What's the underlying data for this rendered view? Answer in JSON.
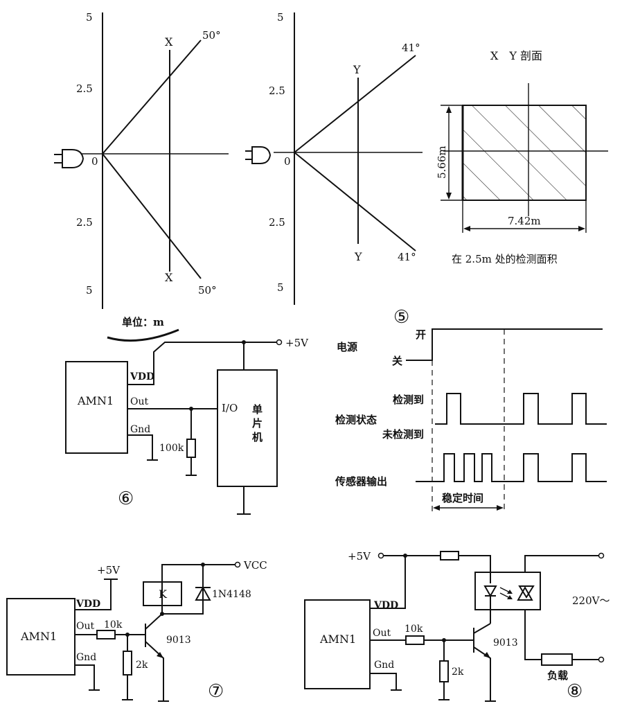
{
  "detection": {
    "left": {
      "tick_top": "5",
      "tick_upper_mid": "2.5",
      "tick_zero": "0",
      "tick_lower_mid": "2.5",
      "tick_bottom": "5",
      "line_label_top": "X",
      "line_label_bottom": "X",
      "angle_top": "50°",
      "angle_bottom": "50°",
      "unit_label": "单位：m"
    },
    "right": {
      "tick_top": "5",
      "tick_upper_mid": "2.5",
      "tick_zero": "0",
      "tick_lower_mid": "2.5",
      "tick_bottom": "5",
      "line_label_top": "Y",
      "line_label_bottom": "Y",
      "angle_top": "41°",
      "angle_bottom": "41°"
    },
    "section": {
      "title": "X　Y 剖面",
      "height_label": "5.66m",
      "width_label": "7.42m",
      "caption": "在 2.5m 处的检测面积"
    },
    "figure_number": "⑤"
  },
  "timing": {
    "power_label": "电源",
    "on_label": "开",
    "off_label": "关",
    "detected_label": "检测到",
    "state_label": "检测状态",
    "not_detected_label": "未检测到",
    "sensor_output_label": "传感器输出",
    "stable_time_label": "稳定时间"
  },
  "circuit6": {
    "vcc_label": "+5V",
    "module_label": "AMN1",
    "vdd_label": "VDD",
    "out_label": "Out",
    "gnd_label": "Gnd",
    "io_label": "I/O",
    "mcu_label_1": "单",
    "mcu_label_2": "片",
    "mcu_label_3": "机",
    "resistor_label": "100k",
    "figure_number": "⑥"
  },
  "circuit7": {
    "vcc_label": "+5V",
    "vcc2_label": "VCC",
    "module_label": "AMN1",
    "vdd_label": "VDD",
    "out_label": "Out",
    "gnd_label": "Gnd",
    "r1_label": "10k",
    "r2_label": "2k",
    "transistor_label": "9013",
    "relay_label": "K",
    "diode_label": "1N4148",
    "figure_number": "⑦"
  },
  "circuit8": {
    "vcc_label": "+5V",
    "module_label": "AMN1",
    "vdd_label": "VDD",
    "out_label": "Out",
    "gnd_label": "Gnd",
    "r1_label": "10k",
    "r2_label": "2k",
    "transistor_label": "9013",
    "ac_label": "220V～",
    "load_label": "负载",
    "figure_number": "⑧"
  }
}
